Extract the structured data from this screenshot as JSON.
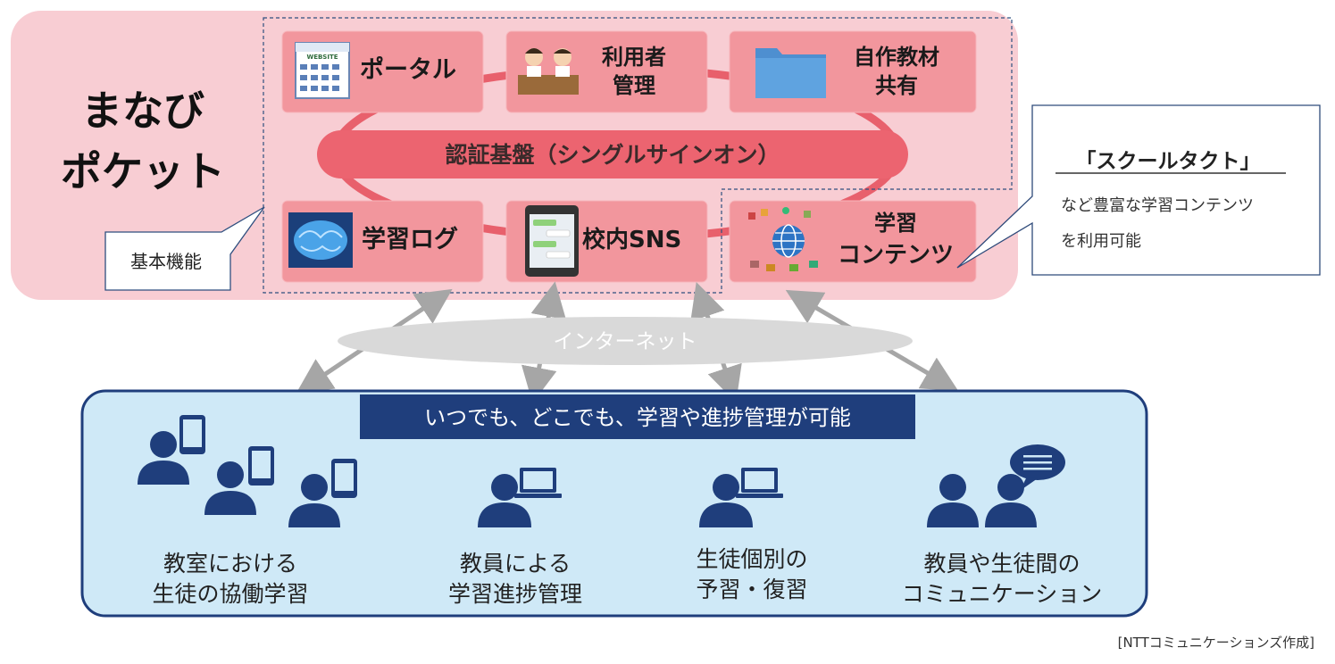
{
  "brand": {
    "line1": "まなび",
    "line2": "ポケット"
  },
  "auth_platform": "認証基盤（シングルサインオン）",
  "modules": {
    "portal": "ポータル",
    "user_mgmt": [
      "利用者",
      "管理"
    ],
    "material_share": [
      "自作教材",
      "共有"
    ],
    "learning_log": "学習ログ",
    "campus_sns": "校内SNS",
    "learning_content": [
      "学習",
      "コンテンツ"
    ]
  },
  "icon_text": {
    "website": "WEBSITE"
  },
  "basic_functions": "基本機能",
  "callout": {
    "title": "「スクールタクト」",
    "line1": "など豊富な学習コンテンツ",
    "line2": "を利用可能"
  },
  "internet": "インターネット",
  "banner": "いつでも、どこでも、学習や進捗管理が可能",
  "usecases": [
    {
      "line1": "教室における",
      "line2": "生徒の協働学習"
    },
    {
      "line1": "教員による",
      "line2": "学習進捗管理"
    },
    {
      "line1": "生徒個別の",
      "line2": "予習・復習"
    },
    {
      "line1": "教員や生徒間の",
      "line2": "コミュニケーション"
    }
  ],
  "source": "[NTTコミュニケーションズ作成]",
  "colors": {
    "platform_bg": "#f8cdd3",
    "module_box": "#f2969d",
    "auth_bar": "#ec6470",
    "ring": "#e8606c",
    "users_bg": "#cfe9f7",
    "navy": "#1f3e7c",
    "arrow_gray": "#a6a6a6",
    "callout_border": "#2e4a7a"
  }
}
